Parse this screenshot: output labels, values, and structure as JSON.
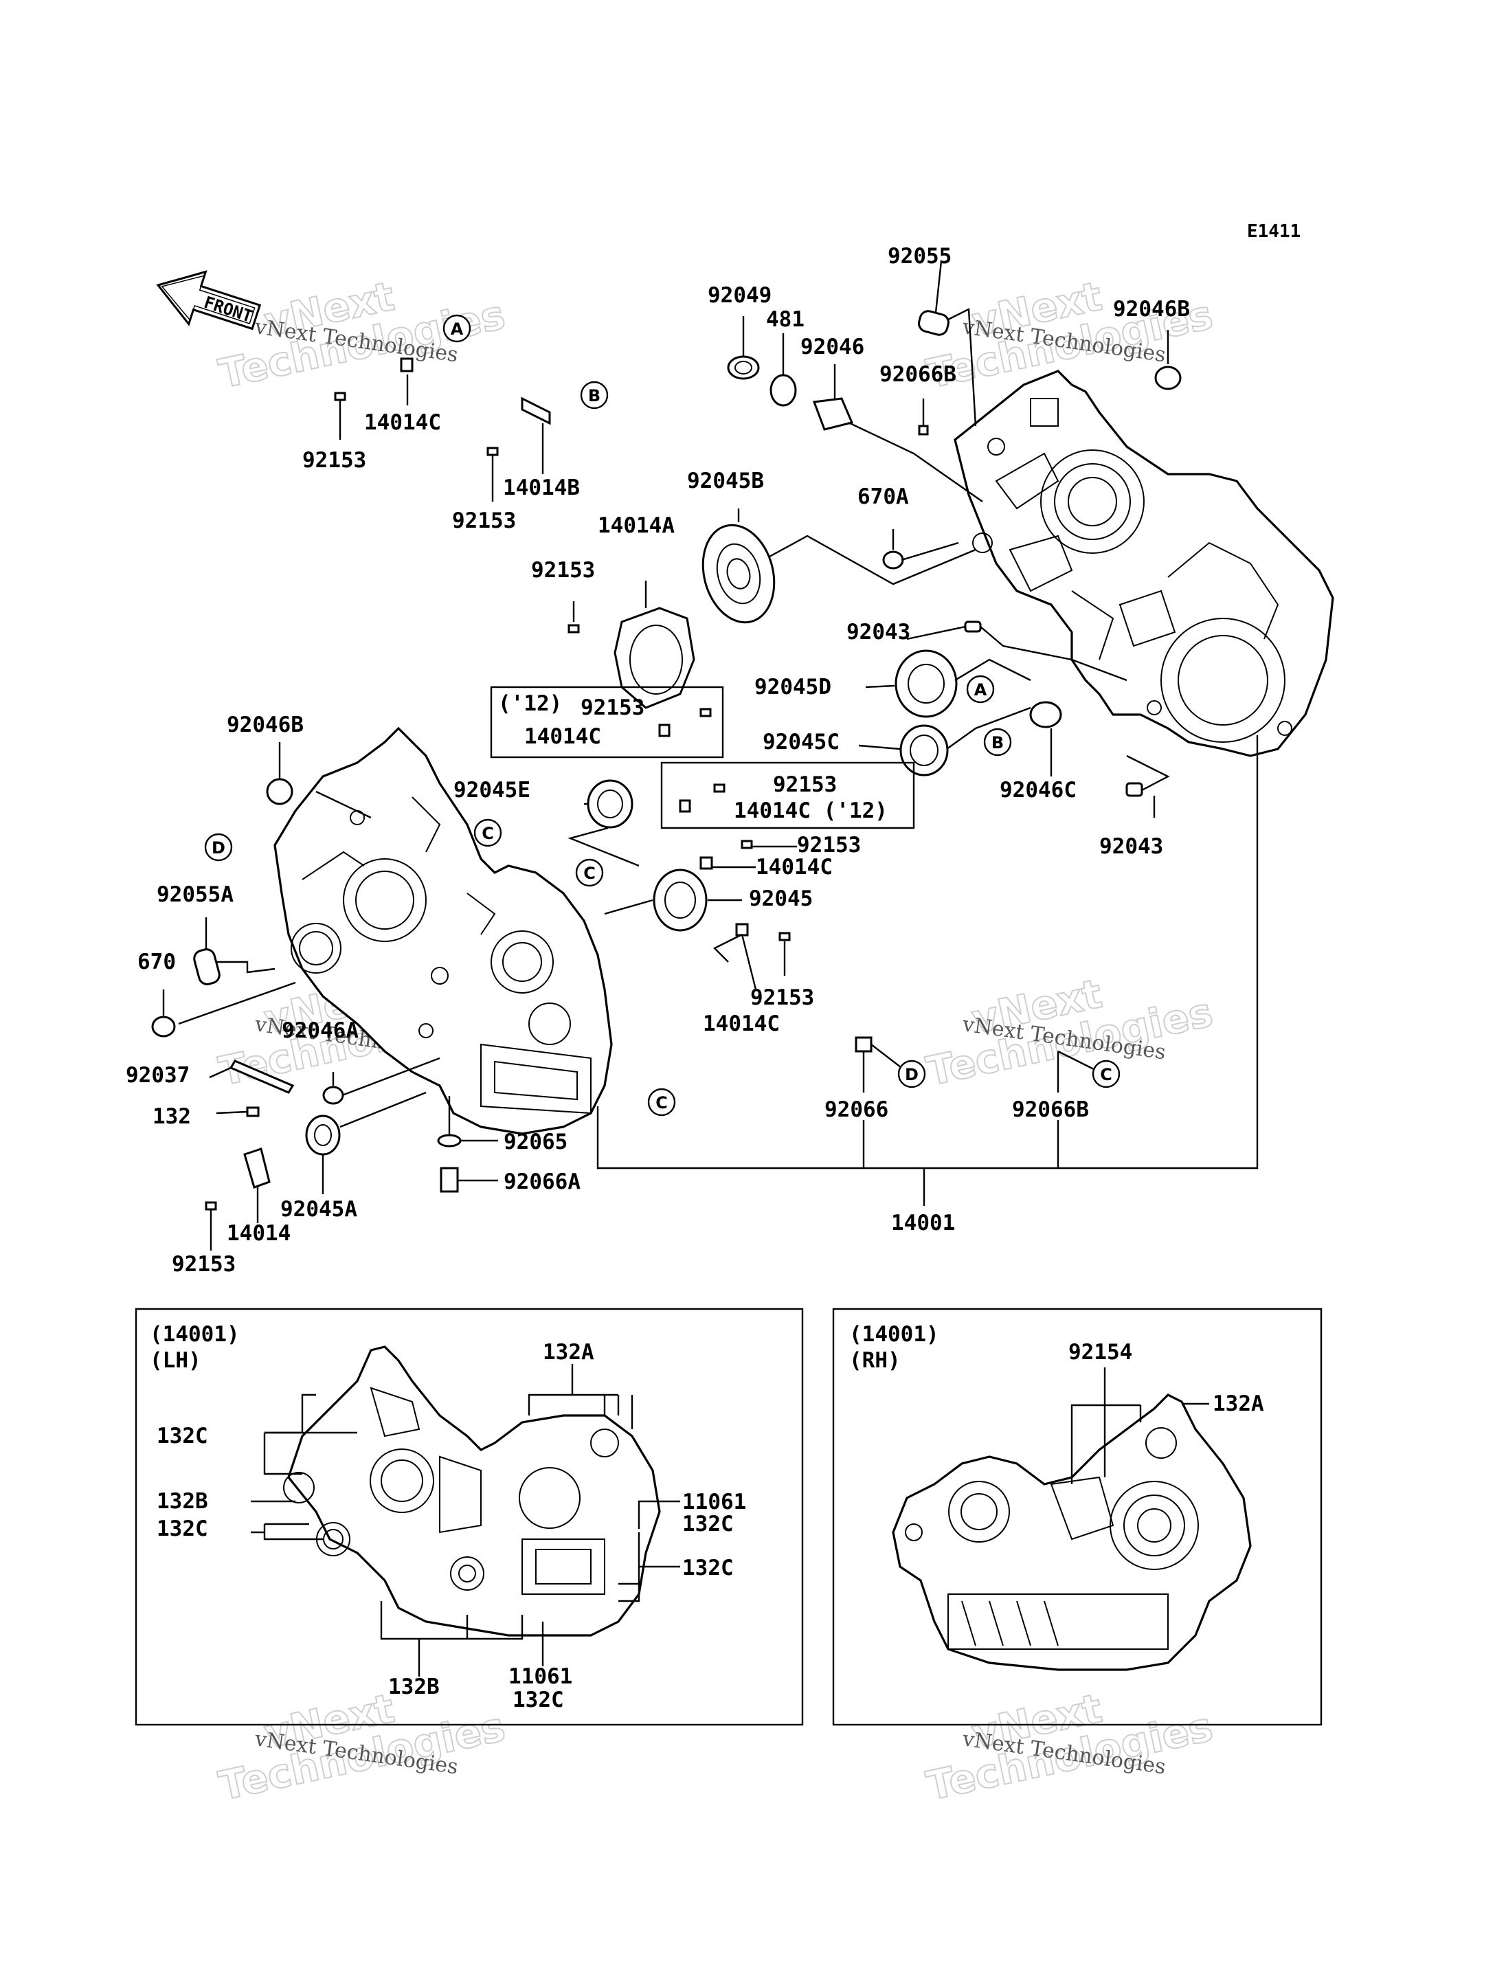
{
  "diagram_code": "E1411",
  "front_label": "FRONT",
  "watermark": {
    "line1": "vNext",
    "line2": "Technologies",
    "small": "vNext Technologies"
  },
  "callouts": {
    "A": "A",
    "B": "B",
    "C": "C",
    "D": "D"
  },
  "year_tag": "('12)",
  "parts": {
    "p92055": "92055",
    "p92046B_top": "92046B",
    "p92049": "92049",
    "p481": "481",
    "p92046": "92046",
    "p92066B_top": "92066B",
    "p14014C_a": "14014C",
    "p92153_a": "92153",
    "p14014B": "14014B",
    "p92153_b": "92153",
    "p92045B": "92045B",
    "p670A": "670A",
    "p14014A": "14014A",
    "p92153_c": "92153",
    "p92043_a": "92043",
    "p92045D": "92045D",
    "p92153_box1": "92153",
    "p14014C_box1": "14014C",
    "p92045C": "92045C",
    "p92046C": "92046C",
    "p92043_b": "92043",
    "p92046B_left": "92046B",
    "p92045E": "92045E",
    "p92153_box2": "92153",
    "p14014C_box2": "14014C ('12)",
    "p92153_d": "92153",
    "p14014C_d": "14014C",
    "p92045": "92045",
    "p92055A": "92055A",
    "p670": "670",
    "p92153_e": "92153",
    "p14014C_e": "14014C",
    "p92046A": "92046A",
    "p92037": "92037",
    "p132": "132",
    "p92065": "92065",
    "p92066": "92066",
    "p92066B_mid": "92066B",
    "p92066A": "92066A",
    "p92045A": "92045A",
    "p14014": "14014",
    "p92153_f": "92153",
    "p14001": "14001"
  },
  "lh_panel": {
    "title1": "(14001)",
    "title2": "(LH)",
    "labels": {
      "l132A": "132A",
      "l132C_a": "132C",
      "l132B_a": "132B",
      "l132C_b": "132C",
      "l11061_a": "11061",
      "l132C_c": "132C",
      "l132C_d": "132C",
      "l132B_b": "132B",
      "l11061_b": "11061",
      "l132C_e": "132C"
    }
  },
  "rh_panel": {
    "title1": "(14001)",
    "title2": "(RH)",
    "labels": {
      "l92154": "92154",
      "l132A": "132A"
    }
  }
}
